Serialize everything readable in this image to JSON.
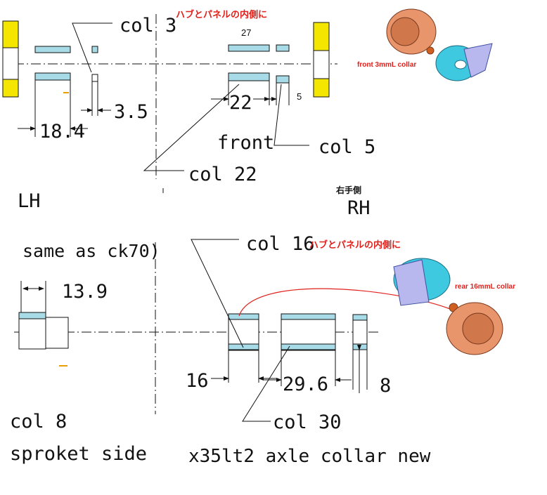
{
  "top": {
    "note_jp": "ハブとパネルの内側に",
    "label_col3": "col 3",
    "label_27": "27",
    "label_front_collar": "front 3mmL collar",
    "dim_3_5": "3.5",
    "dim_18_4": "18.4",
    "dim_22": "22",
    "dim_5": "5",
    "label_front": "front",
    "label_col5": "col 5",
    "label_col22": "col 22",
    "label_rh_jp": "右手側",
    "label_lh": "LH",
    "label_rh": "RH"
  },
  "bottom": {
    "same_as": "same as ck70)",
    "label_col16": "col 16",
    "note_jp": "ハブとパネルの内側に",
    "dim_13_9": "13.9",
    "label_rear_collar": "rear 16mmL collar",
    "dim_16": "16",
    "dim_29_6": "29.6",
    "dim_8": "8",
    "label_col8": "col 8",
    "label_col30": "col 30",
    "sproket_side": "sproket side",
    "axle_collar": "x35lt2 axle collar new"
  },
  "colors": {
    "collar_fill": "#a8dbe8",
    "yellow": "#f5e600",
    "red": "#e0201b",
    "hub_orange": "#e9956b",
    "hub_cyan": "#3fc9e0"
  }
}
